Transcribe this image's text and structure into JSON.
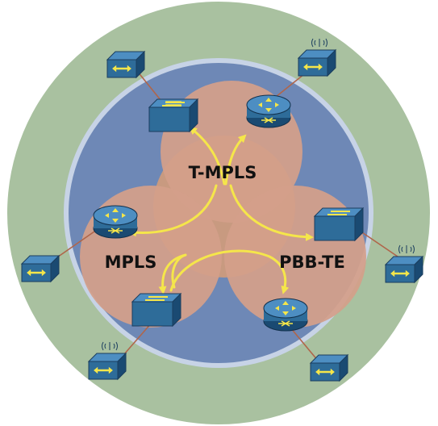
{
  "labels": {
    "t_mpls": "T-MPLS",
    "mpls": "MPLS",
    "pbb_te": "PBB-TE"
  },
  "colors": {
    "outer_ring": "#a9c1a0",
    "inner_ring_border": "#c7d3e6",
    "core": "#6e88b6",
    "domain": "#d49f8a",
    "overlap": "#cca085",
    "device_front": "#2e6c99",
    "device_top": "#4d8ec2",
    "device_side": "#1a4a72",
    "arrow": "#f5e64a",
    "link": "#b0654a"
  },
  "icons": {
    "switch": "ethernet-switch-icon",
    "router": "router-icon",
    "wireless": "wireless-access-icon",
    "bridge": "bridge-icon"
  }
}
